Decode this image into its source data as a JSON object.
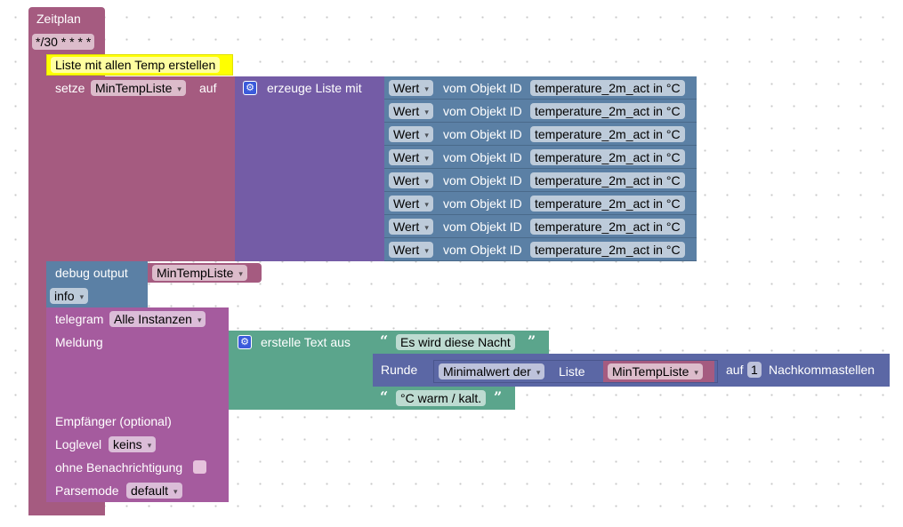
{
  "schedule": {
    "title": "Zeitplan",
    "cron": "*/30 * * * *"
  },
  "comment": "Liste mit allen Temp erstellen",
  "set_var": {
    "label": "setze",
    "variable": "MinTempListe",
    "to_label": "auf"
  },
  "create_list": {
    "icon": "gear-icon",
    "label": "erzeuge Liste mit"
  },
  "value_items": [
    {
      "attr": "Wert",
      "from": "vom Objekt ID",
      "object_id": "temperature_2m_act in °C"
    },
    {
      "attr": "Wert",
      "from": "vom Objekt ID",
      "object_id": "temperature_2m_act in °C"
    },
    {
      "attr": "Wert",
      "from": "vom Objekt ID",
      "object_id": "temperature_2m_act in °C"
    },
    {
      "attr": "Wert",
      "from": "vom Objekt ID",
      "object_id": "temperature_2m_act in °C"
    },
    {
      "attr": "Wert",
      "from": "vom Objekt ID",
      "object_id": "temperature_2m_act in °C"
    },
    {
      "attr": "Wert",
      "from": "vom Objekt ID",
      "object_id": "temperature_2m_act in °C"
    },
    {
      "attr": "Wert",
      "from": "vom Objekt ID",
      "object_id": "temperature_2m_act in °C"
    },
    {
      "attr": "Wert",
      "from": "vom Objekt ID",
      "object_id": "temperature_2m_act in °C"
    }
  ],
  "debug": {
    "label": "debug output",
    "variable": "MinTempListe",
    "level": "info"
  },
  "telegram": {
    "label": "telegram",
    "instance": "Alle Instanzen",
    "message_label": "Meldung",
    "recipient_label": "Empfänger (optional)",
    "loglevel_label": "Loglevel",
    "loglevel": "keins",
    "silent_label": "ohne Benachrichtigung",
    "parsemode_label": "Parsemode",
    "parsemode": "default"
  },
  "text_join": {
    "icon": "gear-icon",
    "label": "erstelle Text aus",
    "text1": "Es wird diese Nacht",
    "text2": "°C warm / kalt."
  },
  "round": {
    "label": "Runde",
    "func": "Minimalwert der",
    "list_label": "Liste",
    "variable": "MinTempListe",
    "to_label": "auf",
    "digits": "1",
    "suffix": "Nachkommastellen"
  },
  "colors": {
    "schedule": "#a55b80",
    "comment": "#ffff00",
    "variable": "#a55b80",
    "list": "#745ca6",
    "getvalue": "#5b80a5",
    "telegram": "#a55b9e",
    "text": "#5ba58c",
    "math": "#5b67a5"
  }
}
